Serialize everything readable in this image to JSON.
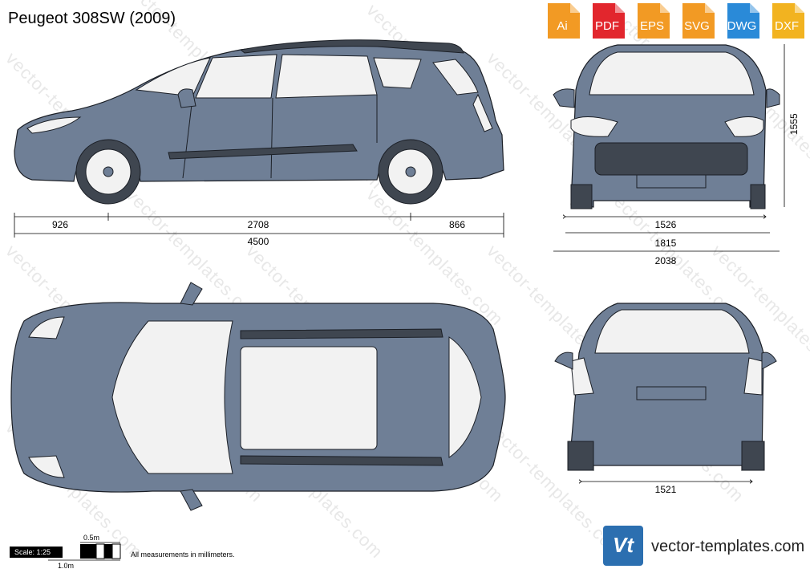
{
  "title": "Peugeot 308SW (2009)",
  "file_formats": [
    {
      "label": "Ai",
      "color": "#f29a24"
    },
    {
      "label": "PDF",
      "color": "#e2262d"
    },
    {
      "label": "EPS",
      "color": "#f29a24"
    },
    {
      "label": "SVG",
      "color": "#f29a24"
    },
    {
      "label": "DWG",
      "color": "#2a8ad8"
    },
    {
      "label": "DXF",
      "color": "#f2b320"
    }
  ],
  "watermark": "vector-templates.com",
  "dimensions": {
    "front_overhang": "926",
    "wheelbase": "2708",
    "rear_overhang": "866",
    "length": "4500",
    "front_track": "1526",
    "width": "1815",
    "width_mirrors": "2038",
    "height": "1555",
    "rear_track": "1521"
  },
  "scale": {
    "label": "Scale: 1:25",
    "half_meter": "0.5m",
    "one_meter": "1.0m"
  },
  "note": "All measurements in millimeters.",
  "footer": {
    "logo_text": "Vt",
    "site": "vector-templates.com"
  },
  "colors": {
    "body": "#6f7f96",
    "glass": "#f2f2f2",
    "dark": "#3f4650",
    "outline": "#1b1f26"
  }
}
